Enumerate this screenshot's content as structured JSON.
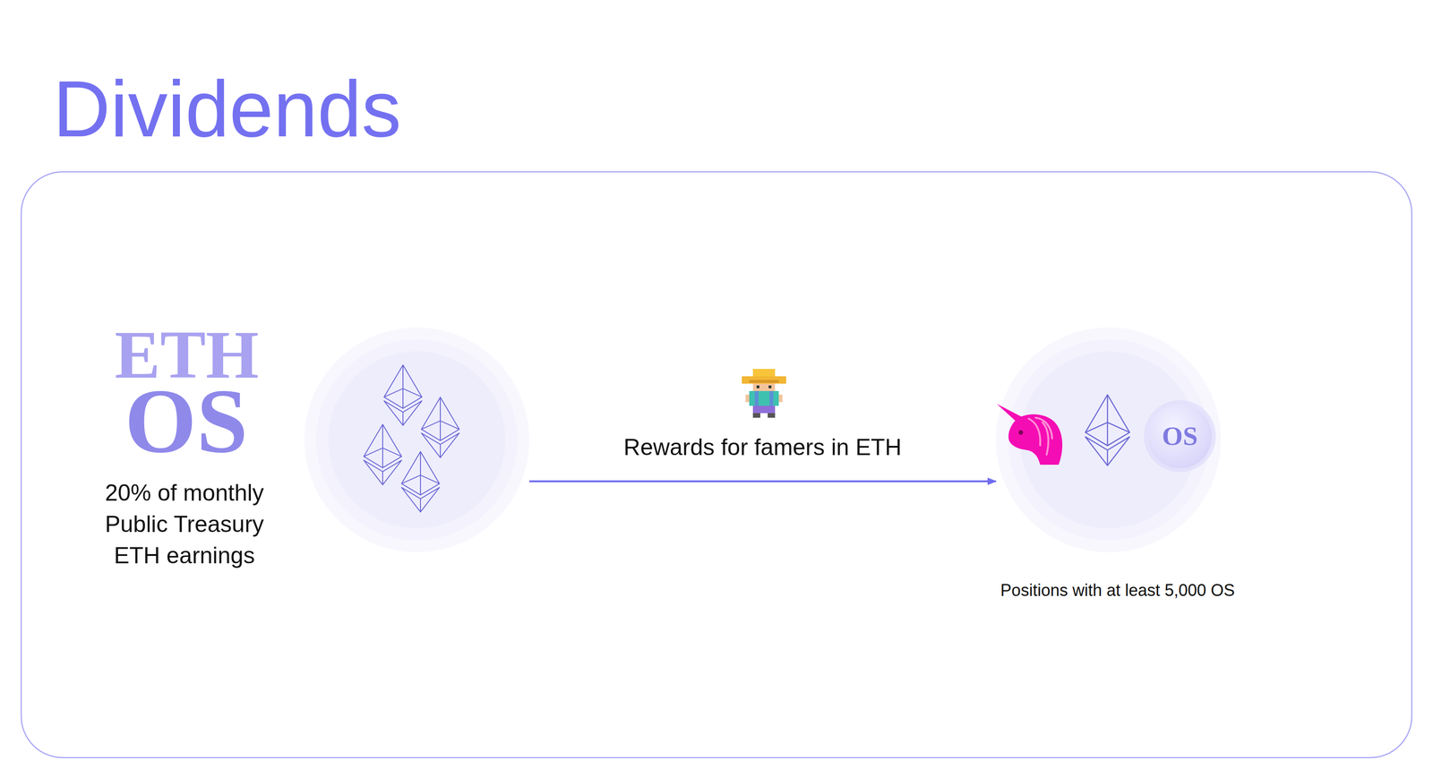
{
  "diagram": {
    "title": "Dividends",
    "nodes": [
      {
        "text": [
          "20% of monthly Public Treasury ETH earnings"
        ]
      },
      {
        "text": [
          "Positions with at least 5,000 OS"
        ]
      },
      {
        "text": [
          "OS"
        ],
        "in": 1
      }
    ],
    "edges": [
      {
        "from": 0,
        "to": 1,
        "label": "Rewards for famers in ETH",
        "arrow": "to"
      }
    ],
    "labels": [
      "ETH",
      "OS"
    ]
  }
}
